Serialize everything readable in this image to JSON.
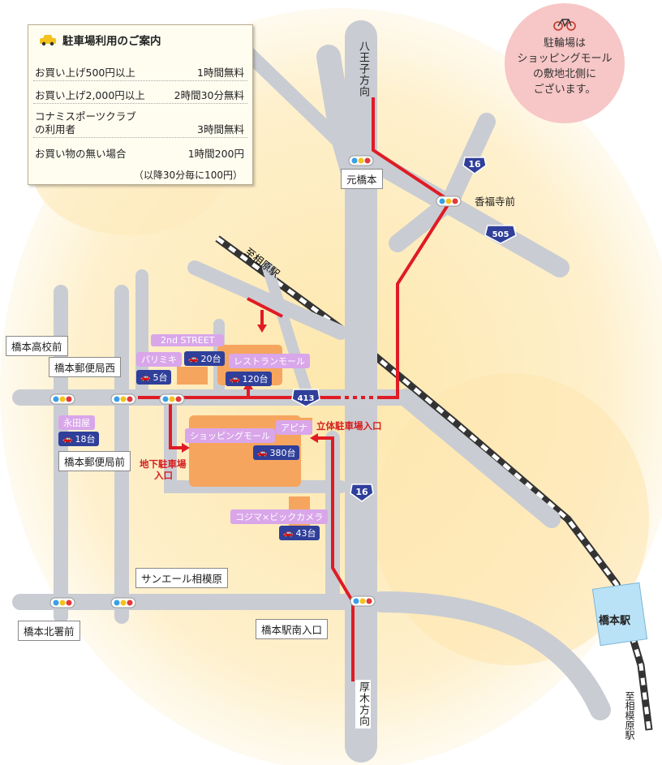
{
  "parking_info": {
    "title": "駐車場利用のご案内",
    "rows": [
      {
        "label": "お買い上げ500円以上",
        "value": "1時間無料"
      },
      {
        "label": "お買い上げ2,000円以上",
        "value": "2時間30分無料"
      },
      {
        "label": "コナミスポーツクラブ",
        "label2": "の利用者",
        "value": "3時間無料"
      },
      {
        "label": "お買い物の無い場合",
        "value": "1時間200円"
      }
    ],
    "note": "（以降30分毎に100円）"
  },
  "bicycle_note": {
    "icon": "bicycle-icon",
    "line1": "駐輪場は",
    "line2": "ショッピングモール",
    "line3": "の敷地北側に",
    "line4": "ございます。"
  },
  "directions": {
    "north": "八王子方向",
    "south": "厚木方向",
    "rail_northwest": "至相原駅",
    "rail_south": "至相模原駅"
  },
  "intersections": {
    "motohashimoto": "元橋本",
    "kofukuji": "香福寺前",
    "hashimoto_koko": "橋本高校前",
    "yubinkyoku_nishi": "橋本郵便局西",
    "yubinkyoku_mae": "橋本郵便局前",
    "sunale": "サンエール相模原",
    "kitasho": "橋本北署前",
    "minami_iriguchi": "橋本駅南入口"
  },
  "station": "橋本駅",
  "routes": {
    "r16a": "16",
    "r505": "505",
    "r413": "413",
    "r16b": "16"
  },
  "stores": {
    "second_street": "2nd STREET",
    "pari_miki": "パリミキ",
    "restaurant_mall": "レストランモール",
    "nagataya": "永田屋",
    "shopping_mall": "ショッピングモール",
    "apina": "アピナ",
    "kojima": "コジマ×ビックカメラ"
  },
  "parking_counts": {
    "pari_miki": "5台",
    "second_street": "20台",
    "restaurant": "120台",
    "nagataya": "18台",
    "mall": "380台",
    "kojima": "43台"
  },
  "entrances": {
    "underground": "地下駐車場",
    "underground2": "入口",
    "multistory": "立体駐車場入口"
  },
  "colors": {
    "road": "#c9ccd3",
    "route": "#e01b24",
    "building": "#f6a55e",
    "parking_badge": "#2f3f9a",
    "store_label": "#d9a6ea",
    "background_wash": "#fde8b3",
    "bubble": "#f7c6c6"
  }
}
